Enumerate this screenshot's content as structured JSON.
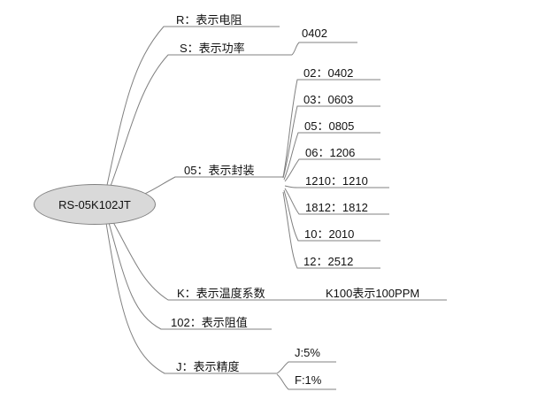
{
  "diagram": {
    "type": "mind-map",
    "root": {
      "label": "RS-05K102JT"
    },
    "branches": [
      {
        "label": "R：表示电阻",
        "sub": []
      },
      {
        "label": "S：表示功率",
        "sub": [
          {
            "label": "0402"
          }
        ]
      },
      {
        "label": "05：表示封装",
        "sub": [
          {
            "label": "02：0402"
          },
          {
            "label": "03：0603"
          },
          {
            "label": "05：0805"
          },
          {
            "label": "06：1206"
          },
          {
            "label": "1210：1210"
          },
          {
            "label": "1812：1812"
          },
          {
            "label": "10：2010"
          },
          {
            "label": "12：2512"
          }
        ]
      },
      {
        "label": "K：表示温度系数",
        "sub": [
          {
            "label": "K100表示100PPM"
          }
        ]
      },
      {
        "label": "102：表示阻值",
        "sub": []
      },
      {
        "label": "J：表示精度",
        "sub": [
          {
            "label": "J:5%"
          },
          {
            "label": "F:1%"
          }
        ]
      }
    ]
  },
  "colors": {
    "line": "#808080",
    "root_fill": "#d9d9d9",
    "root_stroke": "#808080",
    "text": "#111111",
    "background": "#ffffff"
  }
}
